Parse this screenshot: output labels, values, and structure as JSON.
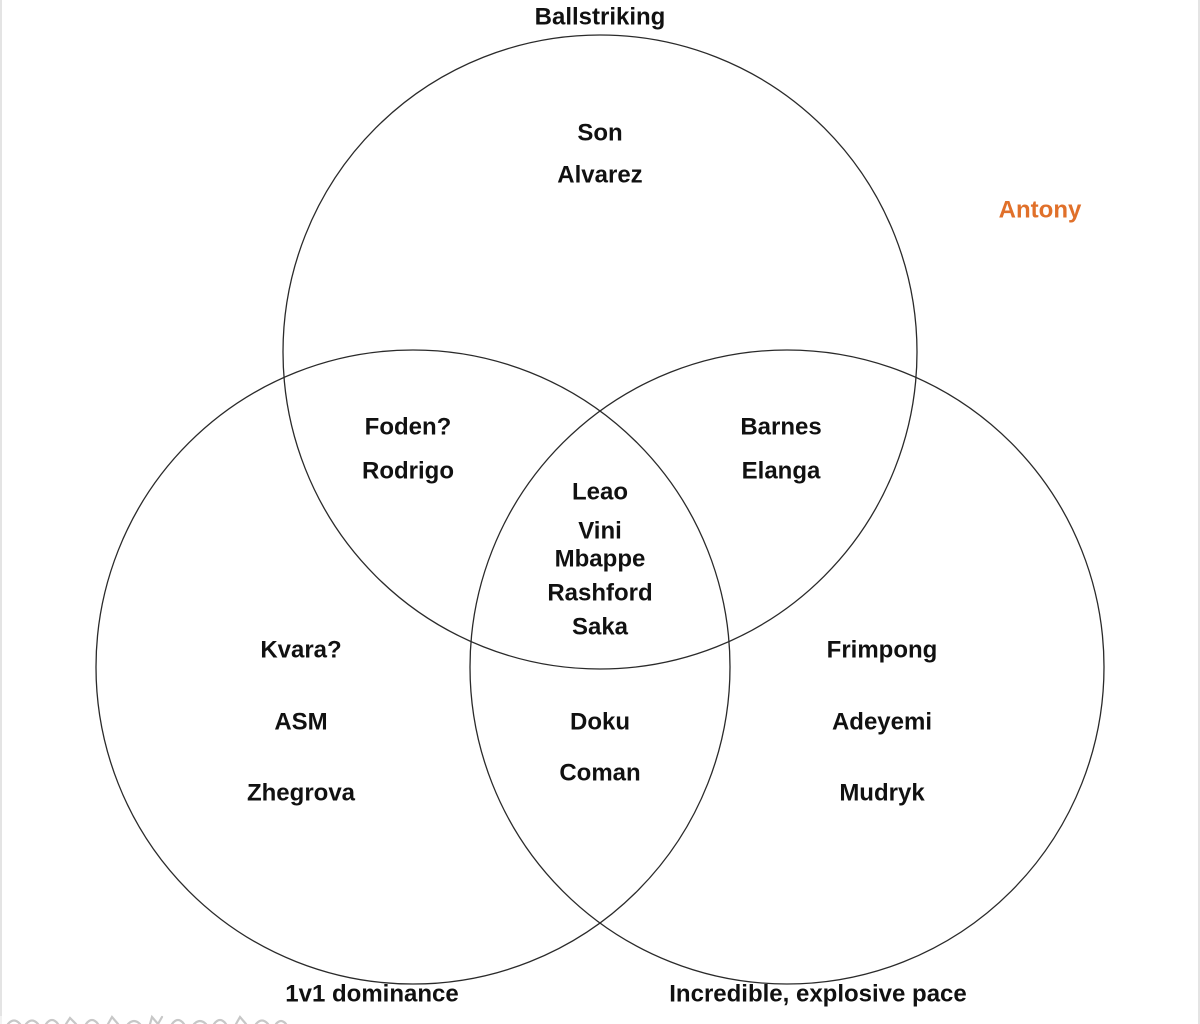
{
  "sets": {
    "ballstriking": "Ballstriking",
    "one_v_one": "1v1 dominance",
    "pace": "Incredible, explosive pace"
  },
  "regions": {
    "ballstriking_only": [
      "Son",
      "Alvarez"
    ],
    "ballstriking_1v1": [
      "Foden?",
      "Rodrigo"
    ],
    "ballstriking_pace": [
      "Barnes",
      "Elanga"
    ],
    "all_three": [
      "Leao",
      "Vini",
      "Mbappe",
      "Rashford",
      "Saka"
    ],
    "one_v_one_only": [
      "Kvara?",
      "ASM",
      "Zhegrova"
    ],
    "one_v_one_pace": [
      "Doku",
      "Coman"
    ],
    "pace_only": [
      "Frimpong",
      "Adeyemi",
      "Mudryk"
    ]
  },
  "outside": {
    "name": "Antony",
    "color": "#e0702a"
  },
  "watermark": "made with mematic"
}
